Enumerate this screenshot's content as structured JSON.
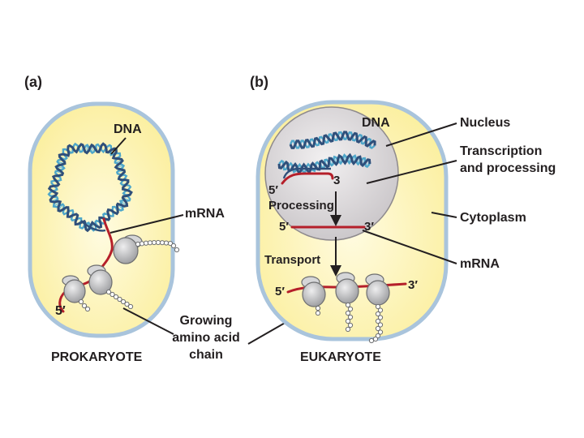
{
  "panels": {
    "a": {
      "letter": "(a)",
      "title": "PROKARYOTE",
      "labels": {
        "dna": "DNA",
        "mrna": "mRNA",
        "five_prime": "5′",
        "growing_line1": "Growing",
        "growing_line2": "amino acid",
        "growing_line3": "chain"
      }
    },
    "b": {
      "letter": "(b)",
      "title": "EUKARYOTE",
      "labels": {
        "dna": "DNA",
        "nucleus": "Nucleus",
        "transcription_line1": "Transcription",
        "transcription_line2": "and processing",
        "cytoplasm": "Cytoplasm",
        "mrna": "mRNA",
        "processing": "Processing",
        "transport": "Transport",
        "five_prime_a": "5′",
        "three_prime_a": "3",
        "five_prime_b": "5′",
        "three_prime_b": "3′",
        "five_prime_c": "5′",
        "three_prime_c": "3′"
      }
    }
  },
  "colors": {
    "cell_fill": "#fcf3b5",
    "cell_border": "#a9c4dc",
    "nucleus_fill": "#d9d6d8",
    "dna_dark": "#2f4f7a",
    "dna_light": "#4ea6c9",
    "mrna": "#b51f2a",
    "ribosome": "#b9babc"
  },
  "icons": [
    "dna-helix-icon",
    "ribosome-icon",
    "amino-acid-chain-icon",
    "arrow-down-icon"
  ]
}
